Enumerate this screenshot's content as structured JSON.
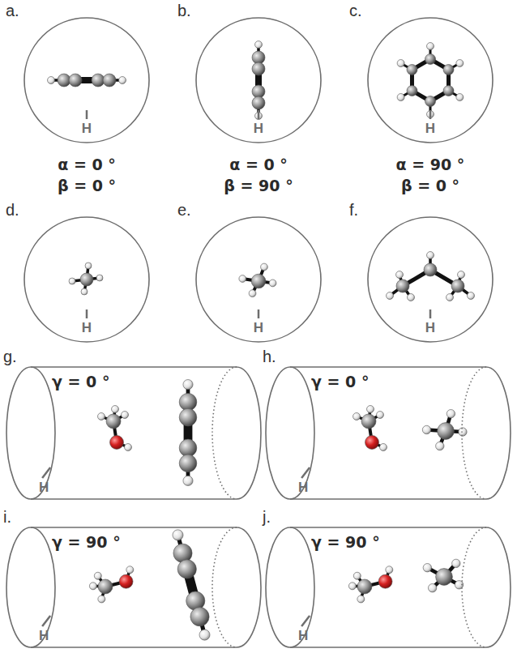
{
  "diagram": {
    "nodes": [
      {
        "text": [
          "a.",
          "H"
        ]
      },
      {
        "text": [
          "b.",
          "H"
        ]
      },
      {
        "text": [
          "c.",
          "H"
        ]
      },
      {
        "text": [
          "d.",
          "H"
        ]
      },
      {
        "text": [
          "e.",
          "H"
        ]
      },
      {
        "text": [
          "f.",
          "H"
        ]
      },
      {
        "text": [
          "g.",
          "γ = 0 °",
          "H"
        ]
      },
      {
        "text": [
          "h.",
          "γ = 0 °",
          "H"
        ]
      },
      {
        "text": [
          "i.",
          "γ = 90 °",
          "H"
        ]
      },
      {
        "text": [
          "j.",
          "γ = 90 °",
          "H"
        ]
      }
    ],
    "labels": [
      "α = 0 °",
      "β = 0 °",
      "α = 0 °",
      "β = 90 °",
      "α = 90 °",
      "β = 0 °"
    ]
  }
}
